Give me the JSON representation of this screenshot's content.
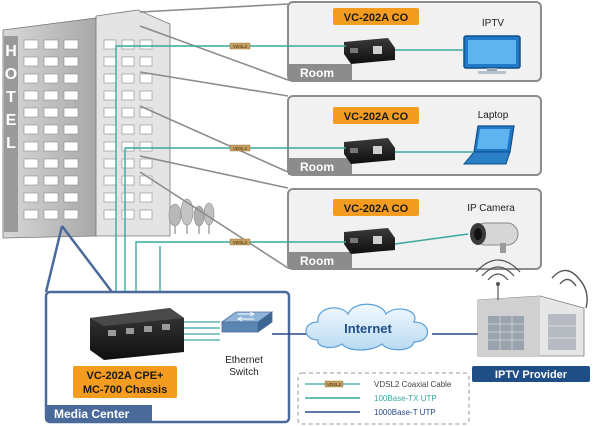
{
  "hotel_sign": "HOTEL",
  "vdsl_tag": "VDSL2",
  "rooms": [
    {
      "badge": "VC-202A CO",
      "device": "IPTV",
      "label": "Room"
    },
    {
      "badge": "VC-202A CO",
      "device": "Laptop",
      "label": "Room"
    },
    {
      "badge": "VC-202A CO",
      "device": "IP Camera",
      "label": "Room"
    }
  ],
  "media_center": {
    "label": "Media Center",
    "chassis_badge_line1": "VC-202A CPE+",
    "chassis_badge_line2": "MC-700 Chassis"
  },
  "switch": {
    "line1": "Ethernet",
    "line2": "Switch"
  },
  "internet": "Internet",
  "provider": "IPTV Provider",
  "legend": [
    {
      "label": "VDSL2 Coaxial Cable",
      "color": "#c8a060"
    },
    {
      "label": "100Base-TX UTP",
      "color": "#3aa8a0"
    },
    {
      "label": "1000Base-T UTP",
      "color": "#2a4a8a"
    }
  ],
  "colors": {
    "orange": "#f39c1f",
    "room_frame": "#8c8c8c",
    "media_frame": "#4a6a9a",
    "teal_cable": "#3aa8a0",
    "navy_cable": "#2a4a8a",
    "coax": "#c8a060"
  }
}
